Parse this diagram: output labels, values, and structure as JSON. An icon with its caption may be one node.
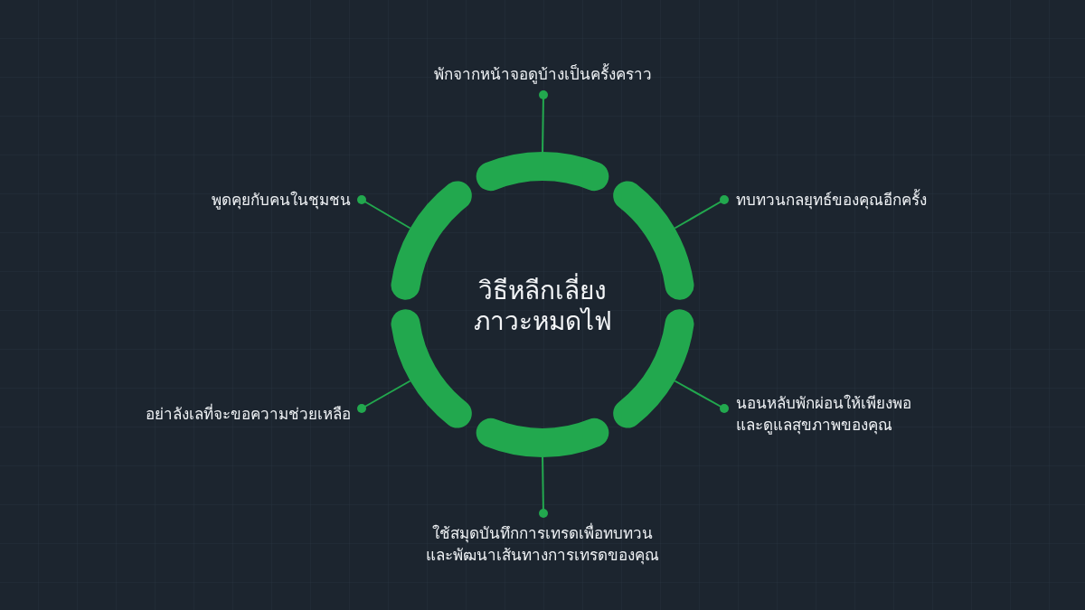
{
  "diagram": {
    "nodes": [
      {
        "text": [
          "วิธีหลีกเลี่ยงภาวะหมดไฟ"
        ]
      },
      {
        "text": [],
        "shape": "arc"
      },
      {
        "text": [],
        "shape": "arc"
      },
      {
        "text": [],
        "shape": "arc"
      },
      {
        "text": [],
        "shape": "arc"
      },
      {
        "text": [],
        "shape": "arc"
      },
      {
        "text": [],
        "shape": "arc"
      },
      {
        "text": [
          "พักจากหน้าจอดูบ้างเป็นครั้งคราว"
        ]
      },
      {
        "text": [
          "พูดคุยกับคนในชุมชน"
        ]
      },
      {
        "text": [
          "ทบทวนกลยุทธ์ของคุณอีกครั้ง"
        ]
      },
      {
        "text": [
          "อย่าลังเลที่จะขอความช่วยเหลือ"
        ]
      },
      {
        "text": [
          "นอนหลับพักผ่อนให้เพียงพอ และดูแลสุขภาพของคุณ"
        ]
      },
      {
        "text": [
          "ใช้สมุดบันทึกการเทรดเพื่อทบทวน และพัฒนาเส้นทางการเทรดของคุณ"
        ]
      }
    ],
    "edges": [
      {
        "from": 7,
        "to": 1,
        "arrow": "other"
      },
      {
        "from": 8,
        "to": 2,
        "arrow": "other"
      },
      {
        "from": 9,
        "to": 3,
        "arrow": "other"
      },
      {
        "from": 10,
        "to": 4,
        "arrow": "other"
      },
      {
        "from": 11,
        "to": 5,
        "arrow": "other"
      },
      {
        "from": 12,
        "to": 6,
        "arrow": "other"
      }
    ]
  }
}
